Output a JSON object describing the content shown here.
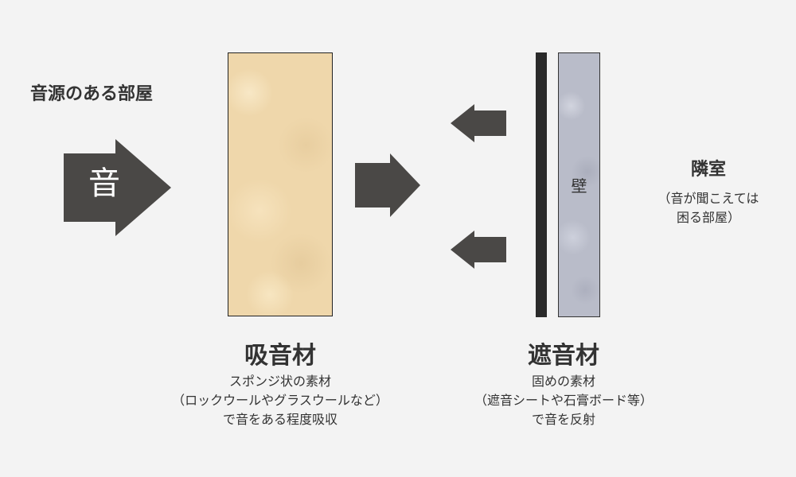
{
  "source_room": {
    "label": "音源のある部屋",
    "sound_label": "音"
  },
  "absorber": {
    "title": "吸音材",
    "desc_lines": [
      "スポンジ状の素材",
      "（ロックウールやグラスウールなど）",
      "で音をある程度吸収"
    ]
  },
  "barrier": {
    "title": "遮音材",
    "desc_lines": [
      "固めの素材",
      "（遮音シートや石膏ボード等）",
      "で音を反射"
    ],
    "wall_label": "壁"
  },
  "neighbor": {
    "title": "隣室",
    "desc_lines": [
      "（音が聞こえては",
      "困る部屋）"
    ]
  },
  "colors": {
    "arrow": "#4a4846",
    "absorber": "#efd7ab",
    "wall": "#b9bcc9",
    "barrier": "#2a2a2a",
    "background": "#f3f3f3"
  },
  "icons": {
    "incoming_sound": "right-arrow-icon",
    "transmitted_sound": "right-arrow-icon",
    "reflected_sound": "left-arrow-icon"
  }
}
